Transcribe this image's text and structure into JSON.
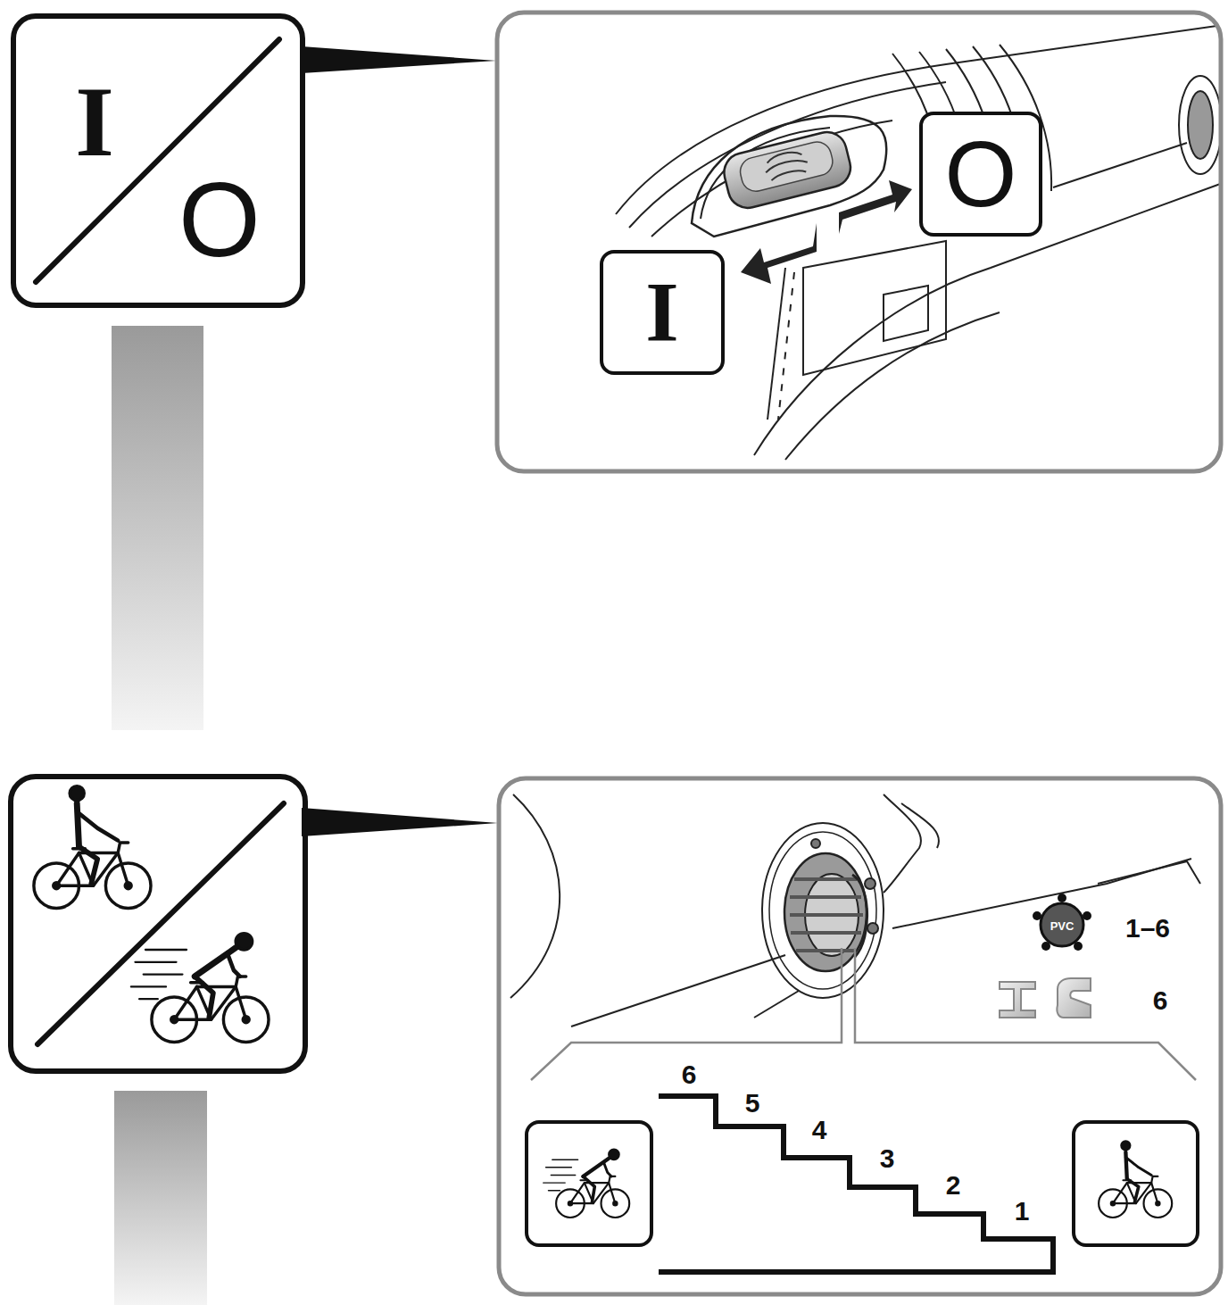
{
  "diagram": {
    "nodes": [
      {
        "text": [
          "I",
          "O"
        ]
      },
      {
        "text": [
          "I"
        ]
      },
      {
        "text": [
          "O"
        ]
      }
    ],
    "labels": [
      "PVC",
      "1–6",
      "6",
      "6",
      "5",
      "4",
      "3",
      "2",
      "1"
    ]
  }
}
